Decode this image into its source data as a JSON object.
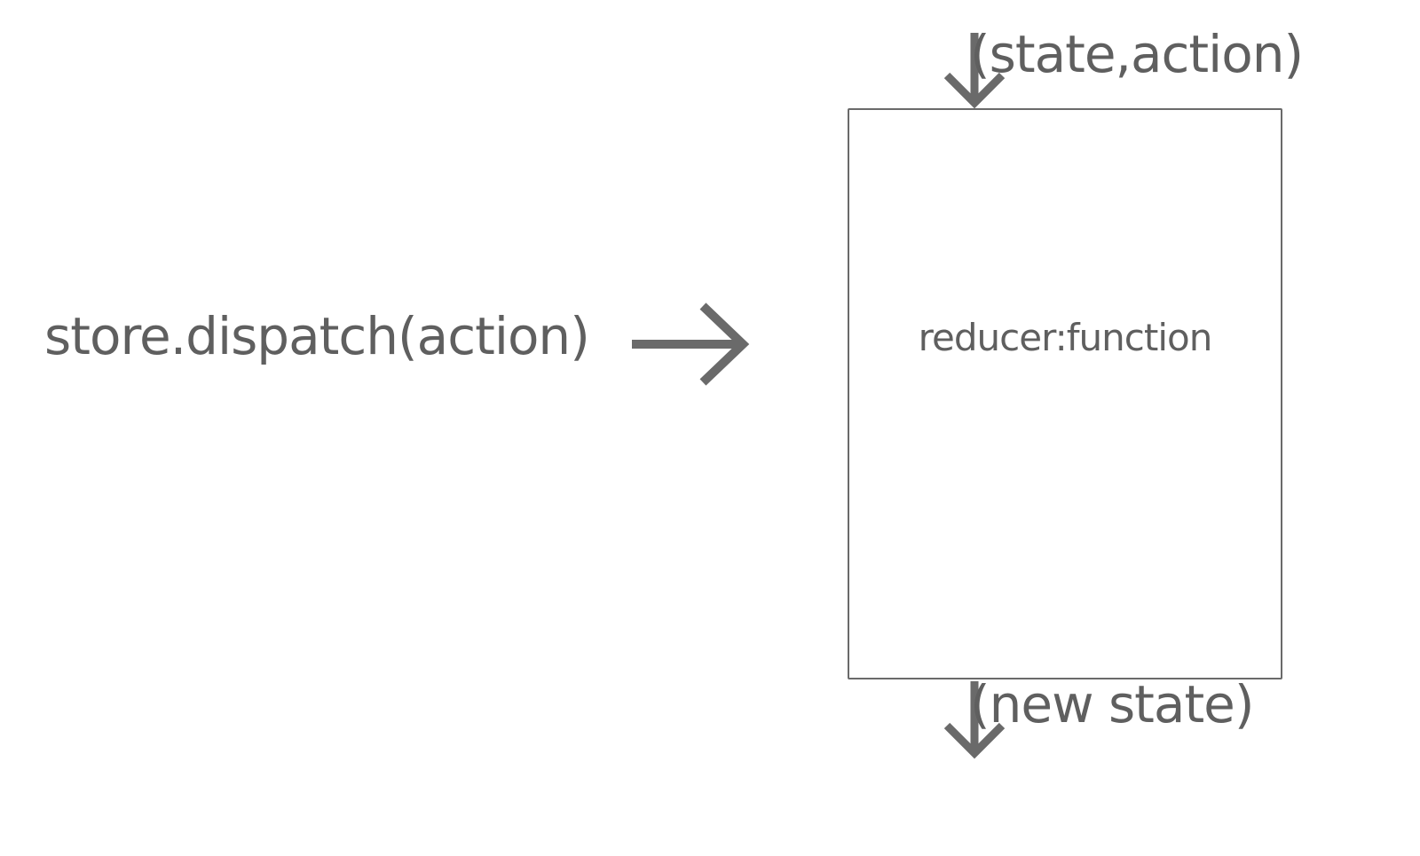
{
  "diagram": {
    "source_label": "store.dispatch(action)",
    "reducer_label": "reducer:function",
    "input_label": "(state,action)",
    "output_label": "(new state)"
  },
  "colors": {
    "stroke": "#6a6a6a",
    "text": "#5f5f5f",
    "background": "#ffffff"
  }
}
